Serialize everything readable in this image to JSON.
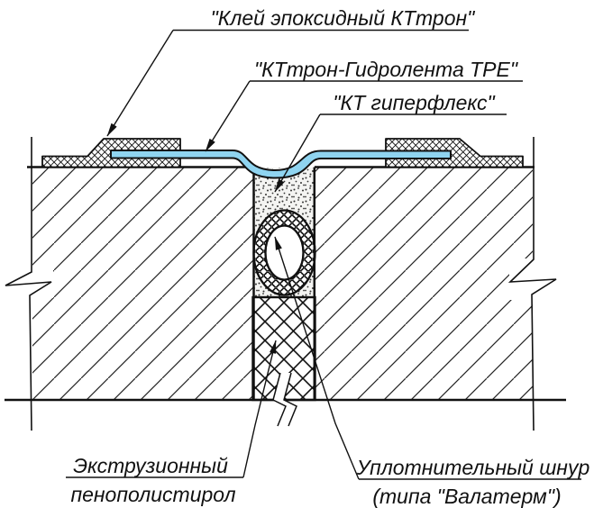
{
  "figure": {
    "kind": "expansion-joint-waterproofing-detail",
    "background": "#FFFFFF",
    "line_color": "#111111",
    "tape_color": "#8FD4F0"
  },
  "labels": {
    "epoxy_glue": "\"Клей эпоксидный КТтрон\"",
    "hydro_tape": "\"КТтрон-Гидролента ТРЕ\"",
    "hyperflex": "\"КТ гиперфлекс\"",
    "eps_line1": "Экструзионный",
    "eps_line2": "пенополистирол",
    "cord_line1": "Уплотнительный шнур",
    "cord_line2": "(типа \"Валатерм\")"
  }
}
